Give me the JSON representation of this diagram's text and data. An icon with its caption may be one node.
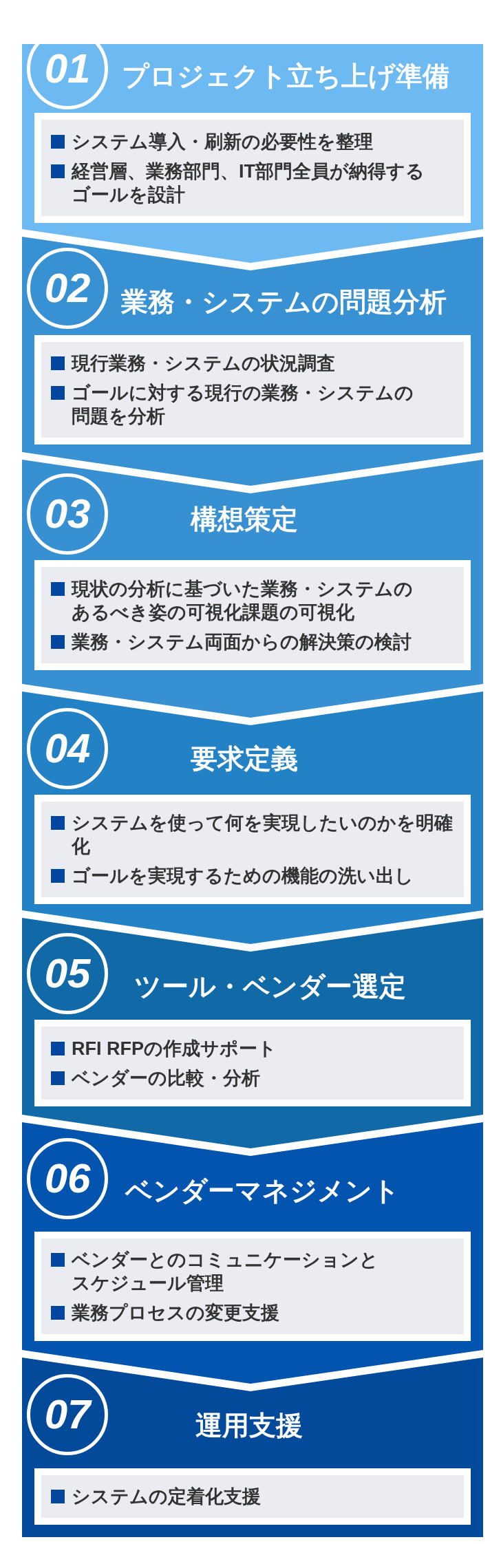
{
  "diagram": {
    "nodes": [
      {
        "text": [
          "プロジェクト立ち上げ準備"
        ]
      },
      {
        "text": [
          "01"
        ],
        "in": 0
      },
      {
        "text": [
          "システム導入・刷新の必要性を整理",
          "経営層、業務部門、IT部門全員が納得するゴールを設計"
        ],
        "in": 0
      },
      {
        "text": [
          "業務・システムの問題分析"
        ]
      },
      {
        "text": [
          "02"
        ],
        "in": 3
      },
      {
        "text": [
          "現行業務・システムの状況調査",
          "ゴールに対する現行の業務・システムの問題を分析"
        ],
        "in": 3
      },
      {
        "text": [
          "構想策定"
        ]
      },
      {
        "text": [
          "03"
        ],
        "in": 6
      },
      {
        "text": [
          "現状の分析に基づいた業務・システムのあるべき姿の可視化課題の可視化",
          "業務・システム両面からの解決策の検討"
        ],
        "in": 6
      },
      {
        "text": [
          "要求定義"
        ]
      },
      {
        "text": [
          "04"
        ],
        "in": 9
      },
      {
        "text": [
          "システムを使って何を実現したいのかを明確化",
          "ゴールを実現するための機能の洗い出し"
        ],
        "in": 9
      },
      {
        "text": [
          "ツール・ベンダー選定"
        ]
      },
      {
        "text": [
          "05"
        ],
        "in": 12
      },
      {
        "text": [
          "RFI RFPの作成サポート",
          "ベンダーの比較・分析"
        ],
        "in": 12
      },
      {
        "text": [
          "ベンダーマネジメント"
        ]
      },
      {
        "text": [
          "06"
        ],
        "in": 15
      },
      {
        "text": [
          "ベンダーとのコミュニケーションとスケジュール管理",
          "業務プロセスの変更支援"
        ],
        "in": 15
      },
      {
        "text": [
          "運用支援"
        ]
      },
      {
        "text": [
          "07"
        ],
        "in": 18
      },
      {
        "text": [
          "システムの定着化支援"
        ],
        "in": 18
      }
    ]
  }
}
